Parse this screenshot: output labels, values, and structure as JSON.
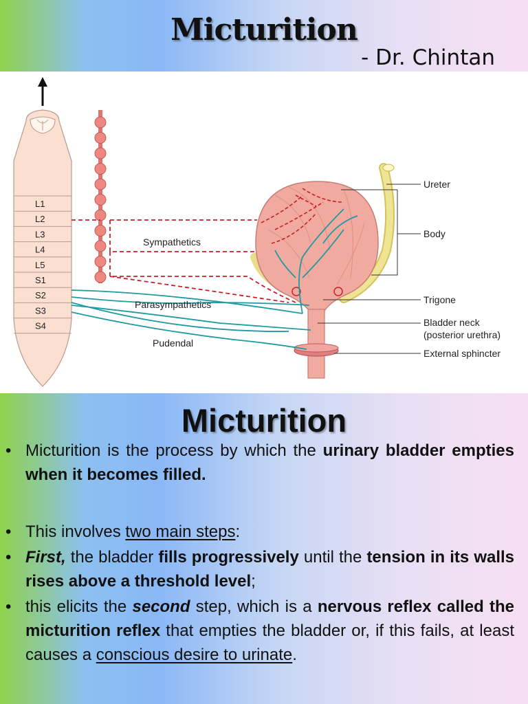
{
  "header": {
    "title": "Micturition",
    "author": "- Dr. Chintan"
  },
  "figure": {
    "spinal_levels": [
      "L1",
      "L2",
      "L3",
      "L4",
      "L5",
      "S1",
      "S2",
      "S3",
      "S4"
    ],
    "nerve_labels": {
      "sympathetics": "Sympathetics",
      "parasympathetics": "Parasympathetics",
      "pudendal": "Pudendal"
    },
    "anatomy_labels": {
      "ureter": "Ureter",
      "body": "Body",
      "trigone": "Trigone",
      "bladder_neck": "Bladder neck",
      "bladder_neck_sub": "(posterior urethra)",
      "external_sphincter": "External sphincter"
    },
    "colors": {
      "sympathetic": "#c8202a",
      "parasympathetic": "#1f9aa0",
      "bladder": "#f1aaa0",
      "ureter": "#eee28a"
    }
  },
  "section": {
    "title": "Micturition"
  },
  "bullets": {
    "b1": {
      "t1": "Micturition is the process by which the ",
      "t2": "urinary bladder empties when it becomes filled."
    },
    "b2": {
      "t1": "This involves ",
      "t2": "two main steps",
      "t3": ":"
    },
    "b3": {
      "t1": "First,",
      "t2": " the bladder ",
      "t3": "fills progressively",
      "t4": " until the ",
      "t5": "tension in its walls rises above a threshold level",
      "t6": ";"
    },
    "b4": {
      "t1": "this elicits the ",
      "t2": "second",
      "t3": " step, which is a ",
      "t4": "nervous reflex called the micturition reflex",
      "t5": " that empties the bladder or, if this fails, at least causes a ",
      "t6": "conscious desire to urinate",
      "t7": "."
    }
  }
}
